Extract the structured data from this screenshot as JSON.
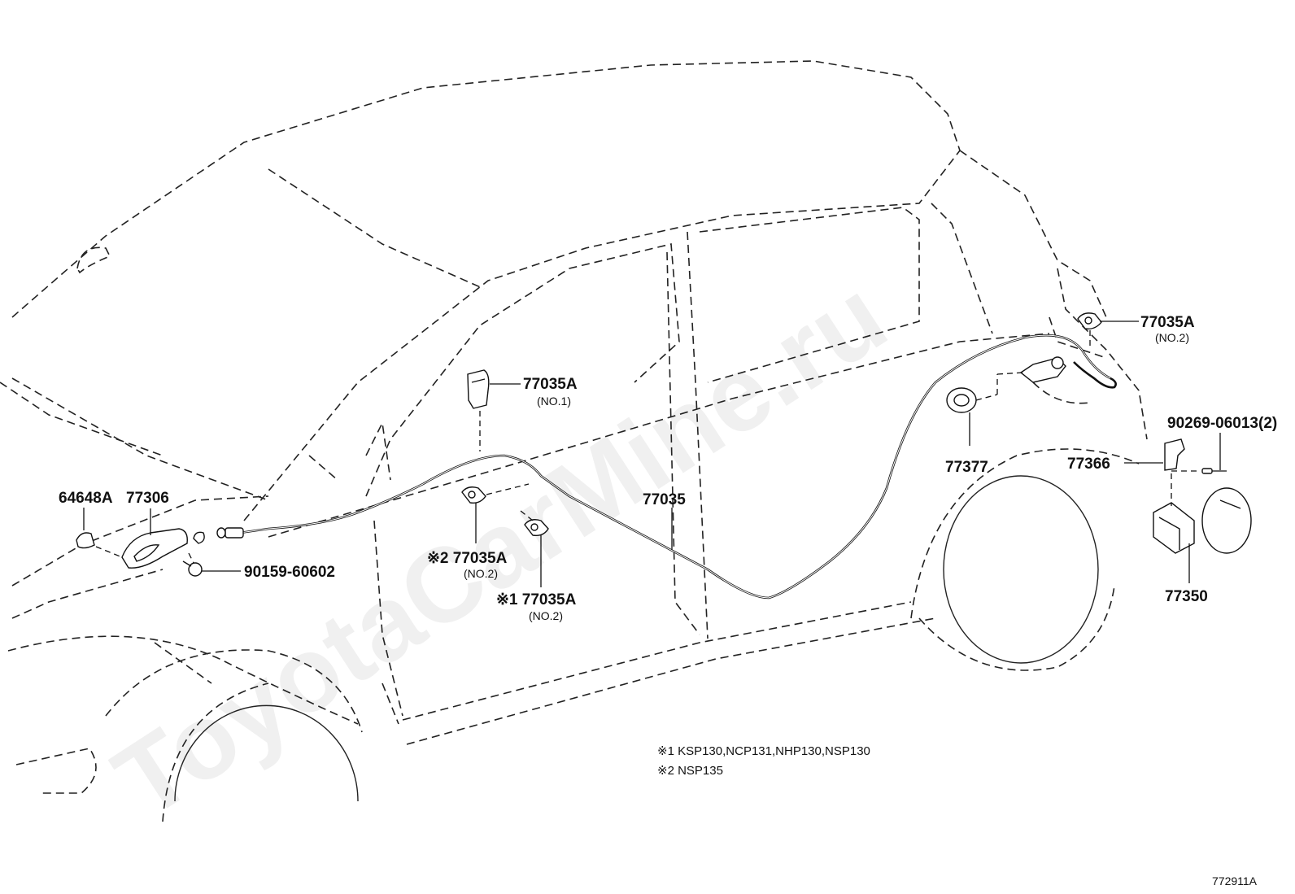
{
  "watermark": "ToyotaCarMine.ru",
  "callouts": {
    "c64648A": "64648A",
    "c77306": "77306",
    "c90159": "90159-60602",
    "c77035A_no1": "77035A",
    "c77035A_no1_sub": "(NO.1)",
    "c77035A_n2": "※2 77035A",
    "c77035A_n2_sub": "(NO.2)",
    "c77035A_n1": "※1 77035A",
    "c77035A_n1_sub": "(NO.2)",
    "c77035": "77035",
    "c77035A_rear": "77035A",
    "c77035A_rear_sub": "(NO.2)",
    "c77377": "77377",
    "c77366": "77366",
    "c90269": "90269-06013(2)",
    "c77350": "77350"
  },
  "notes": [
    "※1 KSP130,NCP131,NHP130,NSP130",
    "※2 NSP135"
  ],
  "reference_code": "772911A"
}
